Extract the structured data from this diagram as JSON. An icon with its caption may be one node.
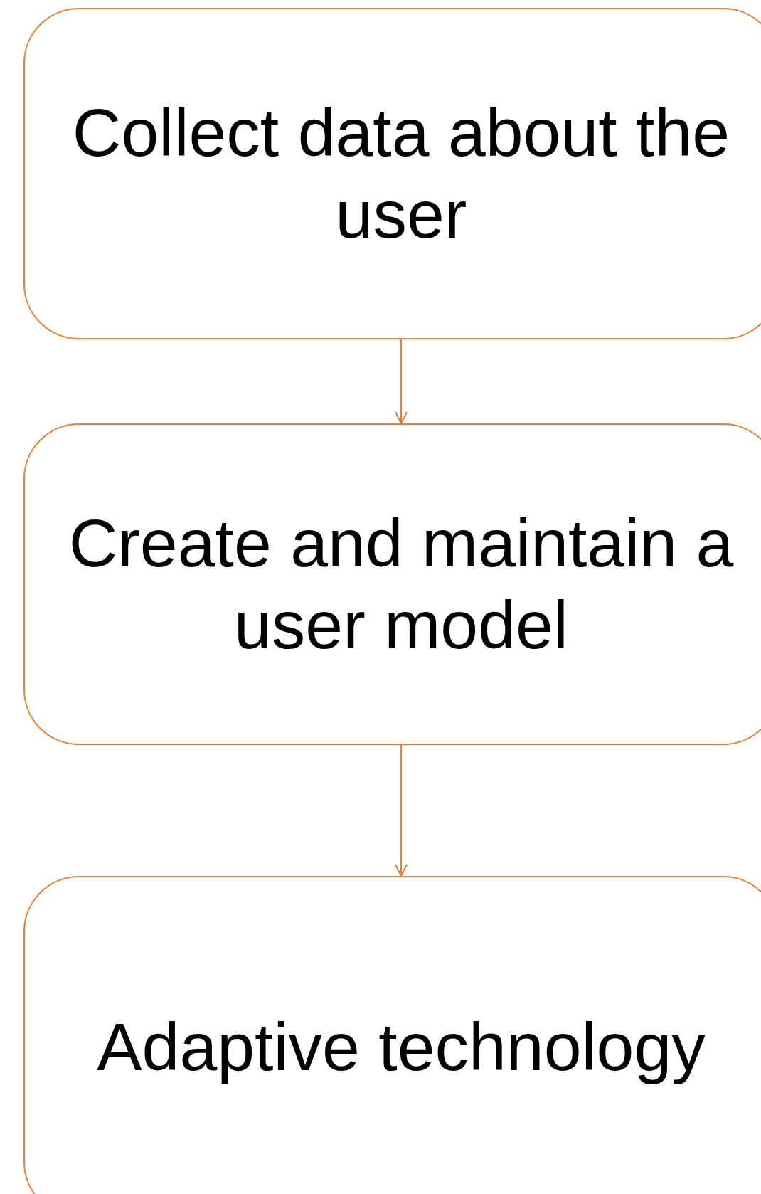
{
  "diagram": {
    "nodes": [
      {
        "text": [
          "Collect data about the user"
        ]
      },
      {
        "text": [
          "Create and maintain a user model"
        ]
      },
      {
        "text": [
          "Adaptive technology"
        ]
      }
    ],
    "edges": [
      {
        "from": 0,
        "to": 1,
        "arrow": "to"
      },
      {
        "from": 1,
        "to": 2,
        "arrow": "to"
      }
    ]
  }
}
